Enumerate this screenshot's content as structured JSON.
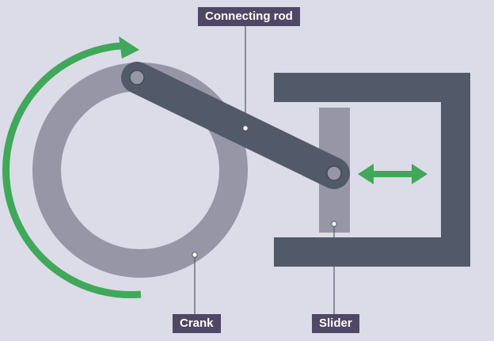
{
  "labels": {
    "connecting_rod": "Connecting rod",
    "crank": "Crank",
    "slider": "Slider"
  },
  "colors": {
    "background": "#dcdbe8",
    "crank_ring": "#9796a6",
    "frame": "#525a69",
    "rod": "#525a69",
    "slider_block": "#9796a6",
    "motion_arrow": "#3fa85a",
    "label_bg": "#4f4766"
  }
}
